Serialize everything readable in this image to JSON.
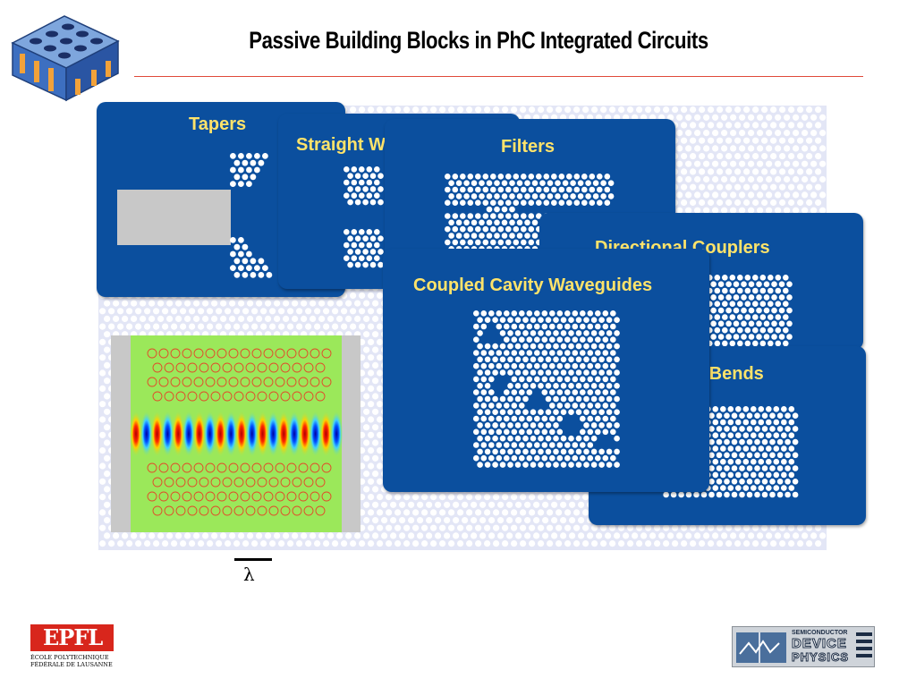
{
  "slide": {
    "title": "Passive Building Blocks in PhC Integrated Circuits"
  },
  "cards": {
    "tapers": "Tapers",
    "straight": "Straight Waveguides",
    "filters": "Filters",
    "directional": "Directional Couplers",
    "ccw": "Coupled Cavity Waveguides",
    "bends": "Resonant Bends"
  },
  "footer": {
    "lambda_symbol": "λ",
    "epfl_logo_text": "EPFL",
    "epfl_line1": "ÉCOLE POLYTECHNIQUE",
    "epfl_line2": "FÉDÉRALE DE LAUSANNE",
    "sdp_line1": "SEMICONDUCTOR",
    "sdp_line2": "DEVICE",
    "sdp_line3": "PHYSICS"
  },
  "colors": {
    "card_blue": "#0b4f9e",
    "title_yellow": "#ffe36a",
    "rule_red": "#e04a3a",
    "panel_bg": "#e3e6f6"
  }
}
